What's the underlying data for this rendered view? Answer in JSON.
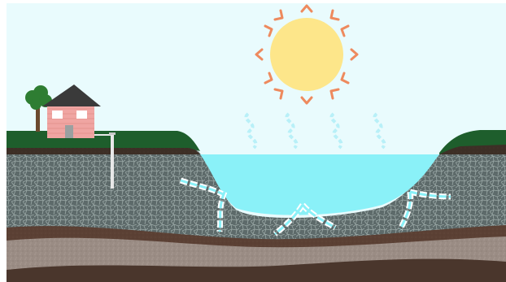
{
  "scene": {
    "colors": {
      "sky": "#e9fbfd",
      "sun": "#fde68a",
      "sun_rays": "#ee8a5e",
      "grass": "#1e5e2c",
      "topsoil": "#3d2f26",
      "aquifer": "#5d6a6a",
      "aquifer_cells": "#9aa8a6",
      "water": "#8af1f8",
      "clay": "#5b4034",
      "sand": "#9a8c84",
      "bedrock": "#4a362c",
      "house_wall": "#f0a5a2",
      "house_roof": "#3a3a3a",
      "tree_foliage": "#2e7d32",
      "tree_trunk": "#6b4a2e",
      "flow_arrows": "#c8f6fb",
      "vapor": "#b8f0f8",
      "well_pipe": "#e8e8e8"
    },
    "elements": [
      "sun-icon",
      "sun-rays",
      "evaporation-vapor",
      "house-icon",
      "tree-icon",
      "well-pipe",
      "lake-surface-water",
      "groundwater-flow-arrows",
      "aquifer-layer",
      "confining-layer",
      "bedrock-layer"
    ]
  }
}
